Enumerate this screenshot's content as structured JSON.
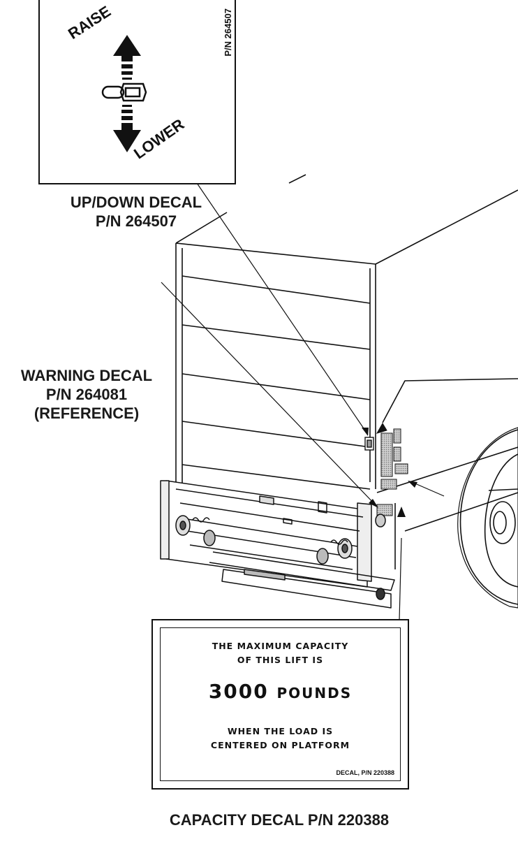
{
  "updown_decal": {
    "raise_text": "RAISE",
    "lower_text": "LOWER",
    "part_number": "P/N 264507"
  },
  "labels": {
    "updown_line1": "UP/DOWN DECAL",
    "updown_line2": "P/N 264507",
    "warning_line1": "WARNING DECAL",
    "warning_line2": "P/N 264081",
    "warning_line3": "(REFERENCE)",
    "capacity": "CAPACITY DECAL P/N 220388"
  },
  "capacity_decal": {
    "line1": "THE MAXIMUM CAPACITY",
    "line2": "OF THIS LIFT IS",
    "amount": "3000",
    "unit": "POUNDS",
    "line3": "WHEN THE LOAD IS",
    "line4": "CENTERED ON PLATFORM",
    "decal_pn": "DECAL, P/N 220388"
  }
}
